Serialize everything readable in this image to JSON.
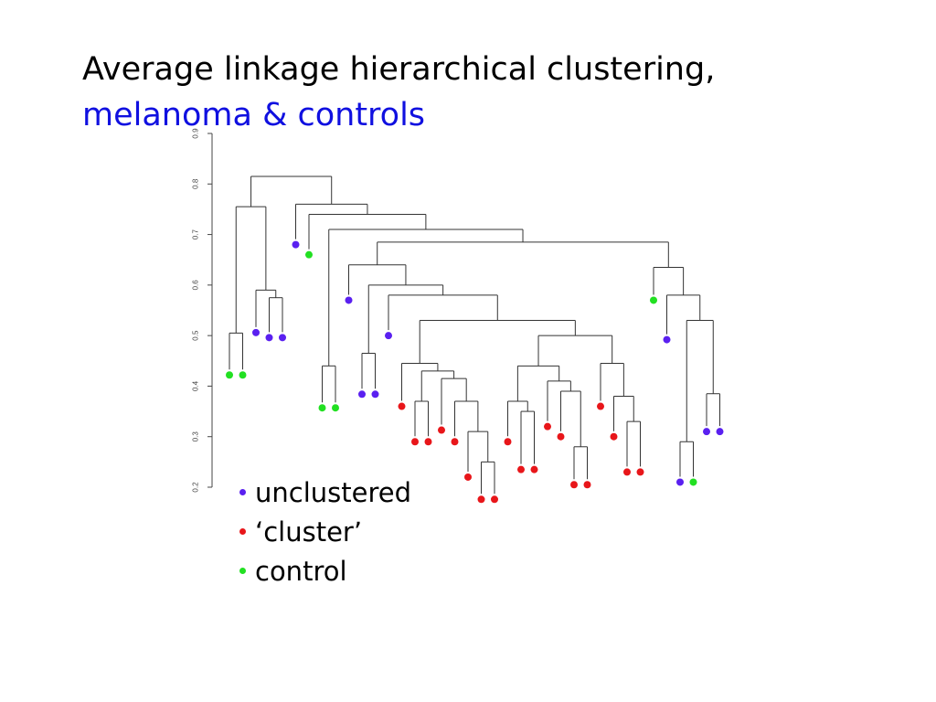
{
  "title": {
    "line1": "Average linkage hierarchical clustering,",
    "line2": "melanoma & controls"
  },
  "colors": {
    "unclustered": "#5a20f0",
    "cluster": "#e8161a",
    "control": "#22e022"
  },
  "axis": {
    "range": [
      0.2,
      0.9
    ],
    "ticks": [
      "0.2",
      "0.3",
      "0.4",
      "0.5",
      "0.6",
      "0.7",
      "0.8",
      "0.9"
    ]
  },
  "dendrogram": {
    "height": 0.815,
    "children": [
      {
        "height": 0.755,
        "children": [
          {
            "height": 0.505,
            "children": [
              {
                "leaf": "control",
                "height": 0.422
              },
              {
                "leaf": "control",
                "height": 0.422
              }
            ]
          },
          {
            "height": 0.59,
            "children": [
              {
                "leaf": "unclustered",
                "height": 0.506
              },
              {
                "height": 0.575,
                "children": [
                  {
                    "leaf": "unclustered",
                    "height": 0.496
                  },
                  {
                    "leaf": "unclustered",
                    "height": 0.496
                  }
                ]
              }
            ]
          }
        ]
      },
      {
        "height": 0.76,
        "children": [
          {
            "leaf": "unclustered",
            "height": 0.68
          },
          {
            "height": 0.74,
            "children": [
              {
                "leaf": "control",
                "height": 0.66
              },
              {
                "height": 0.71,
                "children": [
                  {
                    "height": 0.44,
                    "children": [
                      {
                        "leaf": "control",
                        "height": 0.357
                      },
                      {
                        "leaf": "control",
                        "height": 0.357
                      }
                    ]
                  },
                  {
                    "height": 0.685,
                    "children": [
                      {
                        "height": 0.64,
                        "children": [
                          {
                            "leaf": "unclustered",
                            "height": 0.57
                          },
                          {
                            "height": 0.6,
                            "children": [
                              {
                                "height": 0.465,
                                "children": [
                                  {
                                    "leaf": "unclustered",
                                    "height": 0.384
                                  },
                                  {
                                    "leaf": "unclustered",
                                    "height": 0.384
                                  }
                                ]
                              },
                              {
                                "height": 0.58,
                                "children": [
                                  {
                                    "leaf": "unclustered",
                                    "height": 0.5
                                  },
                                  {
                                    "height": 0.53,
                                    "children": [
                                      {
                                        "height": 0.445,
                                        "children": [
                                          {
                                            "leaf": "cluster",
                                            "height": 0.36
                                          },
                                          {
                                            "height": 0.43,
                                            "children": [
                                              {
                                                "height": 0.37,
                                                "children": [
                                                  {
                                                    "leaf": "cluster",
                                                    "height": 0.29
                                                  },
                                                  {
                                                    "leaf": "cluster",
                                                    "height": 0.29
                                                  }
                                                ]
                                              },
                                              {
                                                "height": 0.415,
                                                "children": [
                                                  {
                                                    "leaf": "cluster",
                                                    "height": 0.313
                                                  },
                                                  {
                                                    "height": 0.37,
                                                    "children": [
                                                      {
                                                        "leaf": "cluster",
                                                        "height": 0.29
                                                      },
                                                      {
                                                        "height": 0.31,
                                                        "children": [
                                                          {
                                                            "leaf": "cluster",
                                                            "height": 0.22
                                                          },
                                                          {
                                                            "height": 0.25,
                                                            "children": [
                                                              {
                                                                "leaf": "cluster",
                                                                "height": 0.176
                                                              },
                                                              {
                                                                "leaf": "cluster",
                                                                "height": 0.176
                                                              }
                                                            ]
                                                          }
                                                        ]
                                                      }
                                                    ]
                                                  }
                                                ]
                                              }
                                            ]
                                          }
                                        ]
                                      },
                                      {
                                        "height": 0.5,
                                        "children": [
                                          {
                                            "height": 0.44,
                                            "children": [
                                              {
                                                "height": 0.37,
                                                "children": [
                                                  {
                                                    "leaf": "cluster",
                                                    "height": 0.29
                                                  },
                                                  {
                                                    "height": 0.35,
                                                    "children": [
                                                      {
                                                        "leaf": "cluster",
                                                        "height": 0.235
                                                      },
                                                      {
                                                        "leaf": "cluster",
                                                        "height": 0.235
                                                      }
                                                    ]
                                                  }
                                                ]
                                              },
                                              {
                                                "height": 0.41,
                                                "children": [
                                                  {
                                                    "leaf": "cluster",
                                                    "height": 0.32
                                                  },
                                                  {
                                                    "height": 0.39,
                                                    "children": [
                                                      {
                                                        "leaf": "cluster",
                                                        "height": 0.3
                                                      },
                                                      {
                                                        "height": 0.28,
                                                        "children": [
                                                          {
                                                            "leaf": "cluster",
                                                            "height": 0.205
                                                          },
                                                          {
                                                            "leaf": "cluster",
                                                            "height": 0.205
                                                          }
                                                        ]
                                                      }
                                                    ]
                                                  }
                                                ]
                                              }
                                            ]
                                          },
                                          {
                                            "height": 0.445,
                                            "children": [
                                              {
                                                "leaf": "cluster",
                                                "height": 0.36
                                              },
                                              {
                                                "height": 0.38,
                                                "children": [
                                                  {
                                                    "leaf": "cluster",
                                                    "height": 0.3
                                                  },
                                                  {
                                                    "height": 0.33,
                                                    "children": [
                                                      {
                                                        "leaf": "cluster",
                                                        "height": 0.23
                                                      },
                                                      {
                                                        "leaf": "cluster",
                                                        "height": 0.23
                                                      }
                                                    ]
                                                  }
                                                ]
                                              }
                                            ]
                                          }
                                        ]
                                      }
                                    ]
                                  }
                                ]
                              }
                            ]
                          }
                        ]
                      },
                      {
                        "height": 0.635,
                        "children": [
                          {
                            "leaf": "control",
                            "height": 0.57
                          },
                          {
                            "height": 0.58,
                            "children": [
                              {
                                "leaf": "unclustered",
                                "height": 0.492
                              },
                              {
                                "height": 0.53,
                                "children": [
                                  {
                                    "height": 0.29,
                                    "children": [
                                      {
                                        "leaf": "unclustered",
                                        "height": 0.21
                                      },
                                      {
                                        "leaf": "control",
                                        "height": 0.21
                                      }
                                    ]
                                  },
                                  {
                                    "height": 0.385,
                                    "children": [
                                      {
                                        "leaf": "unclustered",
                                        "height": 0.31
                                      },
                                      {
                                        "leaf": "unclustered",
                                        "height": 0.31
                                      }
                                    ]
                                  }
                                ]
                              }
                            ]
                          }
                        ]
                      }
                    ]
                  }
                ]
              }
            ]
          }
        ]
      }
    ]
  },
  "legend": [
    {
      "key": "unclustered",
      "label": "unclustered"
    },
    {
      "key": "cluster",
      "label": "‘cluster’"
    },
    {
      "key": "control",
      "label": "control"
    }
  ]
}
